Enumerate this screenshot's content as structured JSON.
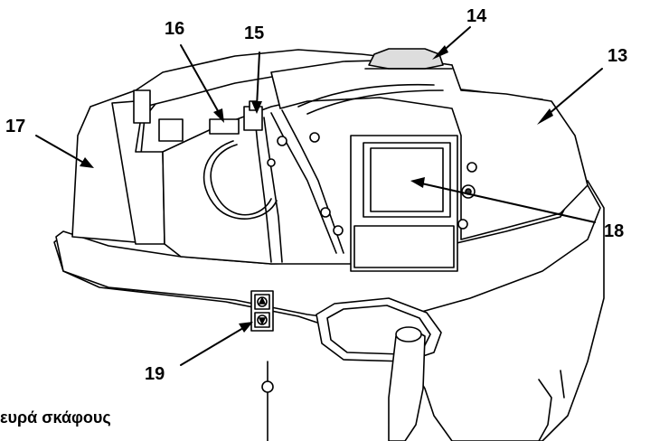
{
  "callouts": {
    "c13": "13",
    "c14": "14",
    "c15": "15",
    "c16": "16",
    "c17": "17",
    "c18": "18",
    "c19": "19"
  },
  "caption": "ευρά σκάφους",
  "colors": {
    "line": "#000000",
    "fill": "#ffffff",
    "shade": "#d9d9d9",
    "dark": "#555555"
  }
}
